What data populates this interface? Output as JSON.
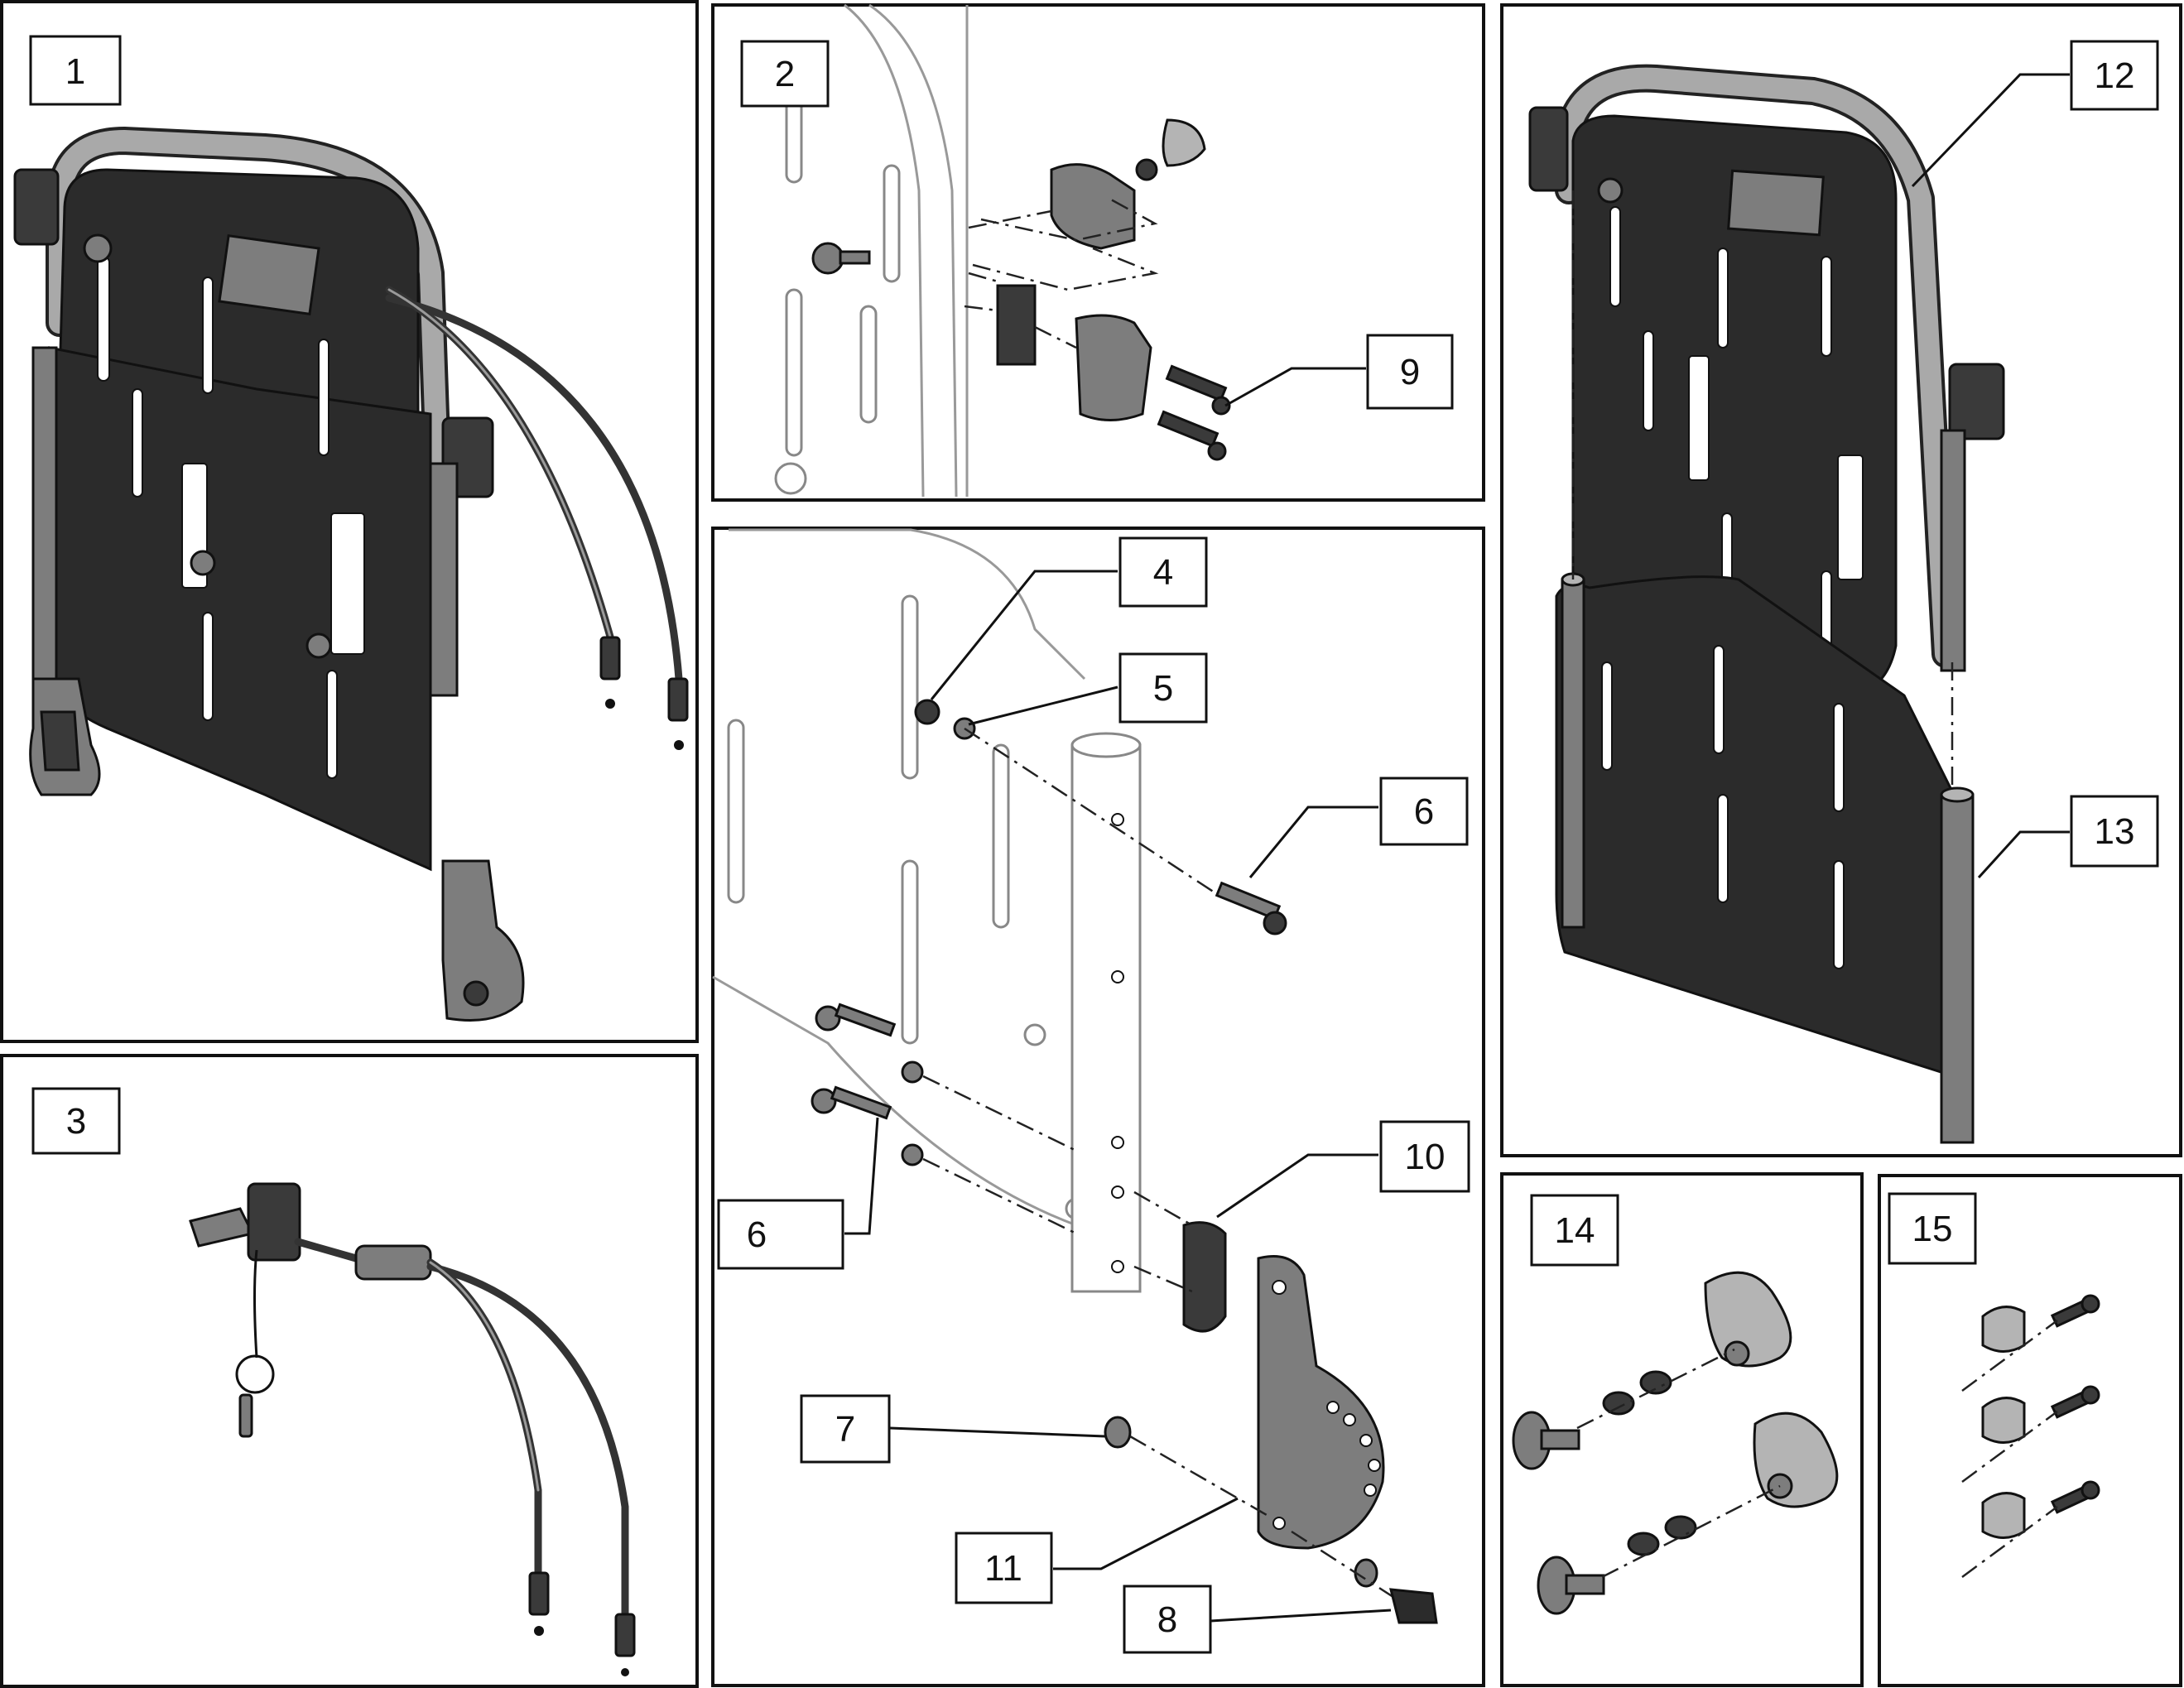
{
  "diagram": {
    "panels": [
      {
        "id": "p1",
        "label": "1"
      },
      {
        "id": "p2",
        "label": "2"
      },
      {
        "id": "p3",
        "label": "3"
      },
      {
        "id": "p4",
        "label": ""
      },
      {
        "id": "p5",
        "label": "12"
      },
      {
        "id": "p6",
        "label": "14"
      },
      {
        "id": "p7",
        "label": "15"
      }
    ],
    "callouts": {
      "c1": "1",
      "c2": "2",
      "c3": "3",
      "c4": "4",
      "c5": "5",
      "c6a": "6",
      "c6b": "6",
      "c7": "7",
      "c8": "8",
      "c9": "9",
      "c10": "10",
      "c11": "11",
      "c12": "12",
      "c13": "13",
      "c14": "14",
      "c15": "15"
    },
    "colors": {
      "ink": "#111111",
      "backplate": "#2b2b2b",
      "hardware": "#7d7d7d",
      "knob": "#b4b4b4"
    }
  }
}
